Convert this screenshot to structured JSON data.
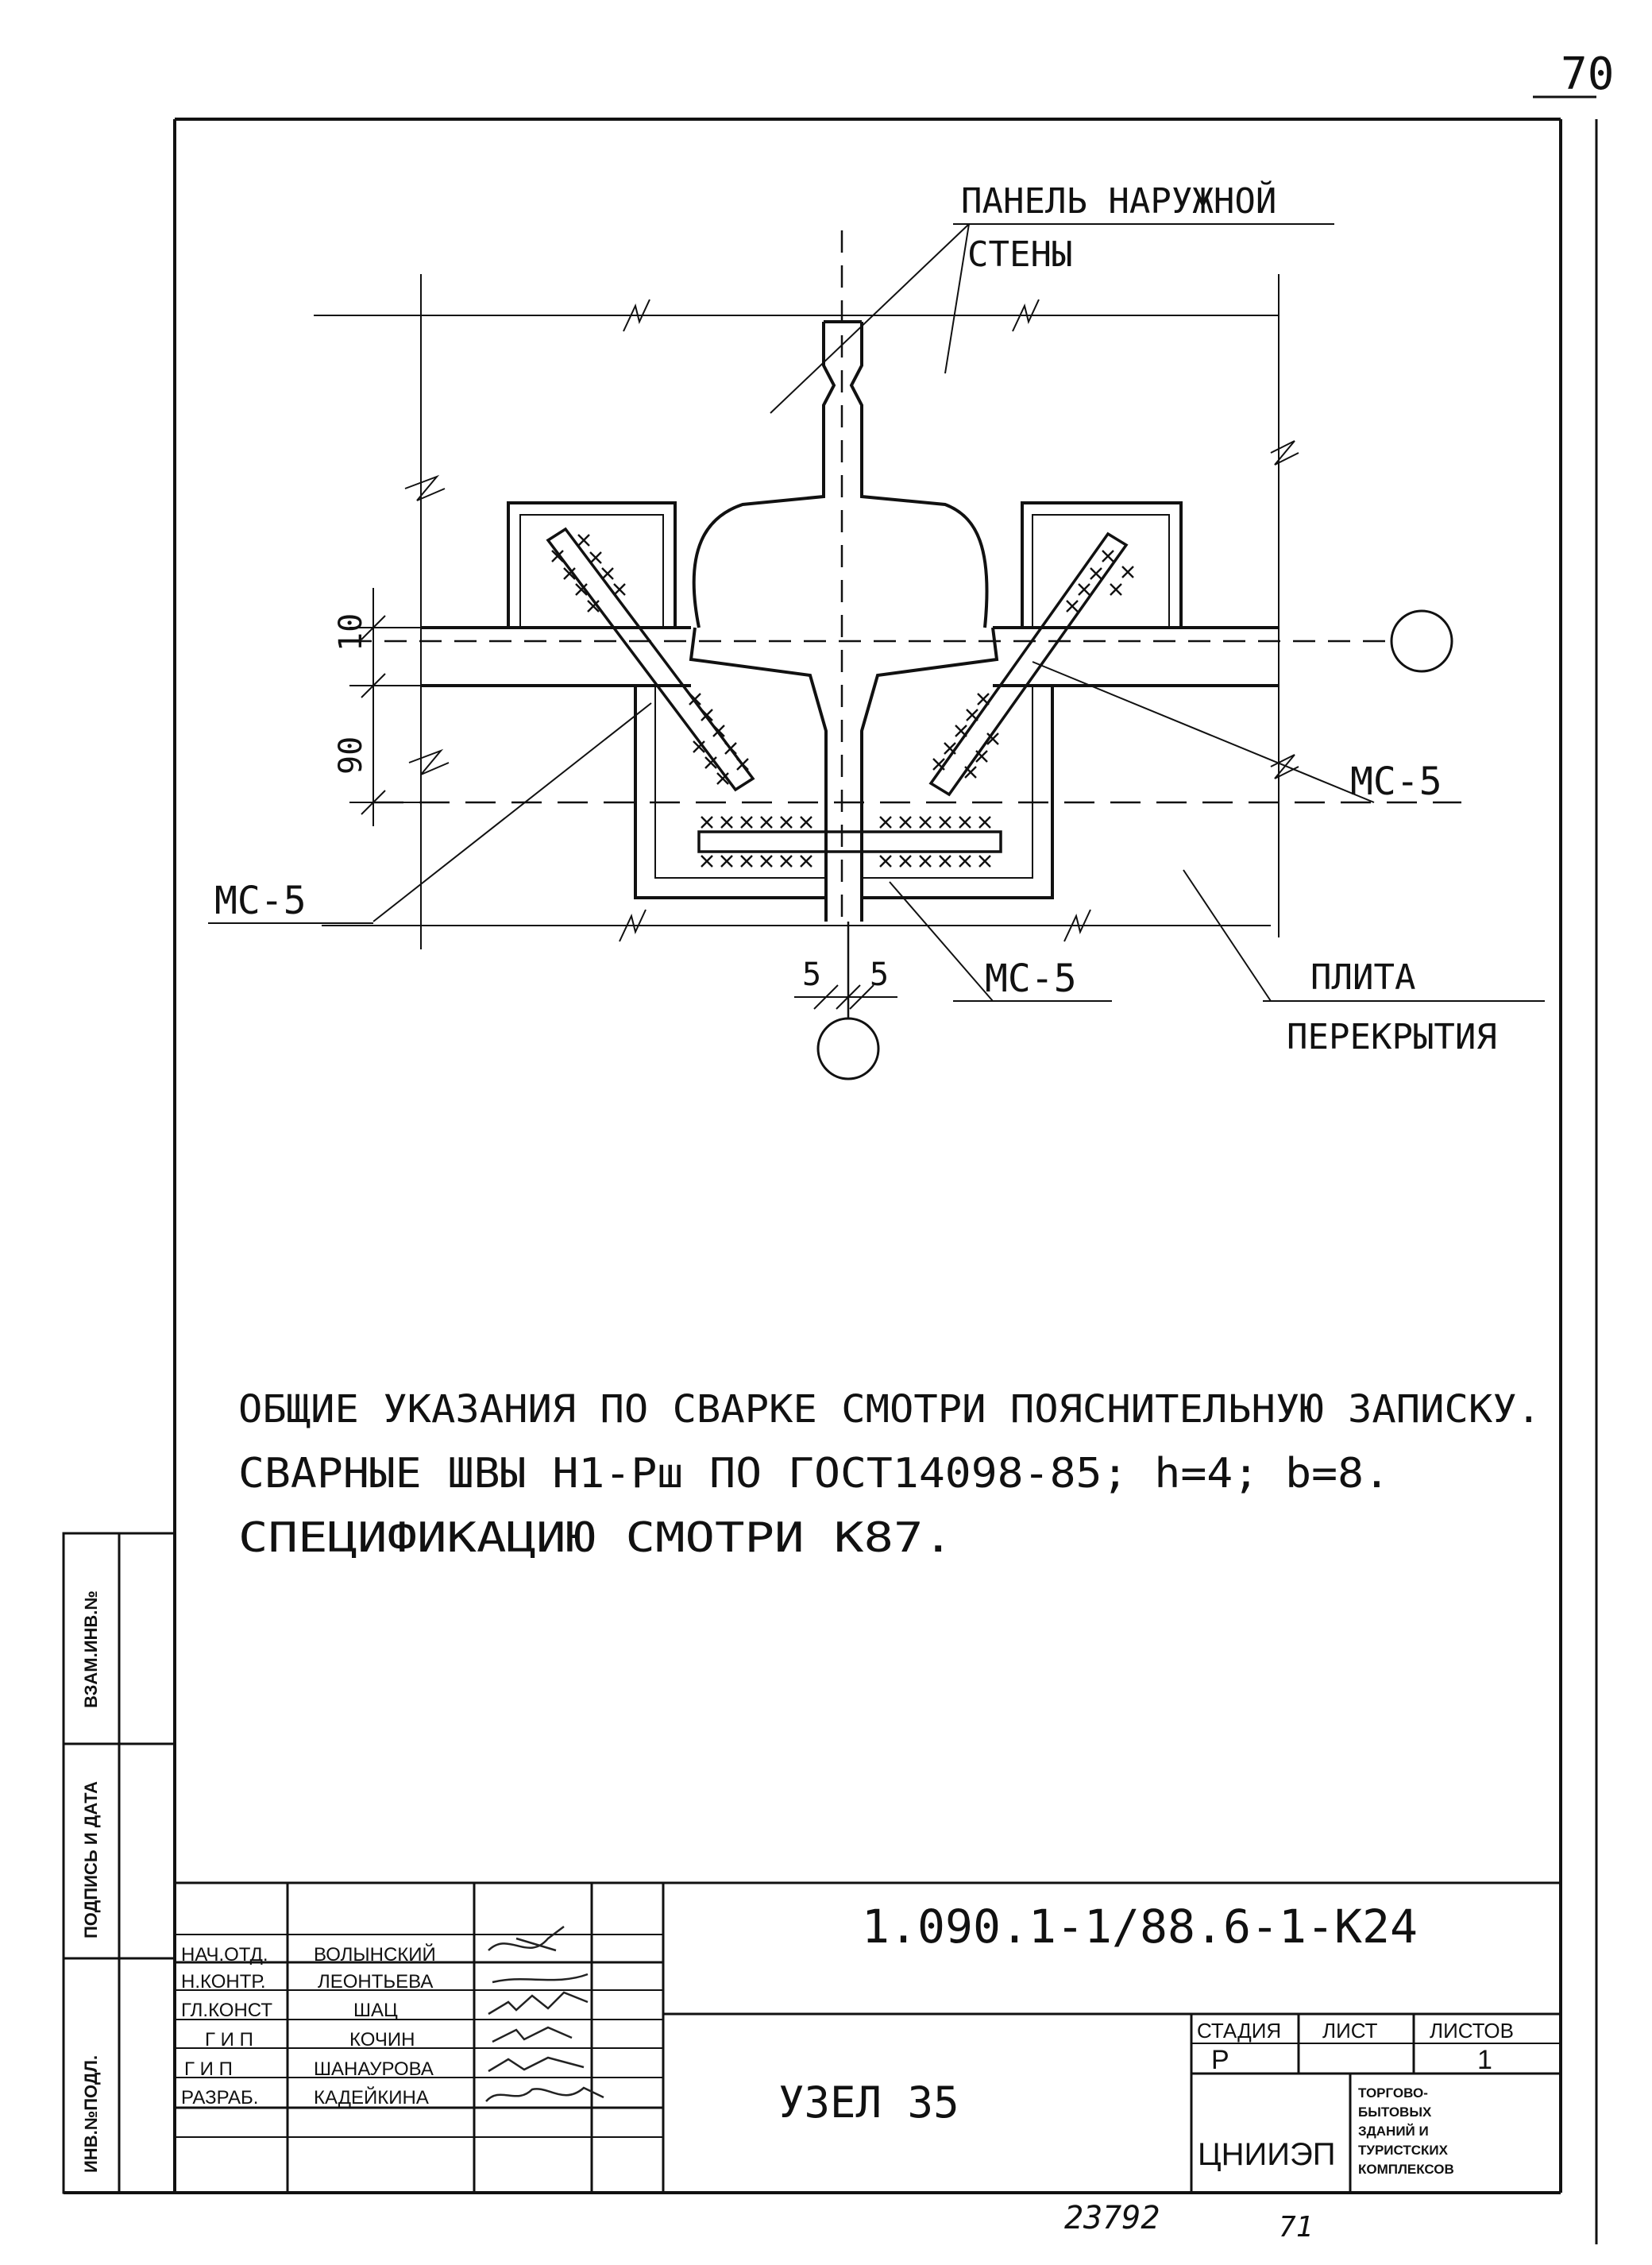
{
  "page": {
    "number": "70"
  },
  "drawing": {
    "label_panel_line1": "ПАНЕЛЬ НАРУЖНОЙ",
    "label_panel_line2": "СТЕНЫ",
    "label_slab_line1": "ПЛИТА",
    "label_slab_line2": "ПЕРЕКРЫТИЯ",
    "part_left": "МС-5",
    "part_right": "МС-5",
    "part_bottom": "МС-5",
    "dim_top": "10",
    "dim_side": "90",
    "dim_bottom_left": "5",
    "dim_bottom_right": "5"
  },
  "notes": [
    "ОБЩИЕ УКАЗАНИЯ ПО СВАРКЕ СМОТРИ ПОЯСНИТЕЛЬНУЮ ЗАПИСКУ.",
    "СВАРНЫЕ ШВЫ Н1-Рш ПО ГОСТ14098-85; h=4; b=8.",
    "СПЕЦИФИКАЦИЮ СМОТРИ К87."
  ],
  "side_stamp": {
    "vzam": "ВЗАМ.ИНВ.№",
    "podpis": "ПОДПИСЬ И ДАТА",
    "inv": "ИНВ.№ПОДЛ."
  },
  "title_block": {
    "doc_code": "1.090.1-1/88.6-1-К24",
    "title": "УЗЕЛ 35",
    "stage_header": "СТАДИЯ",
    "sheet_header": "ЛИСТ",
    "sheets_header": "ЛИСТОВ",
    "stage": "Р",
    "sheet": "",
    "sheets": "1",
    "org": "ЦНИИЭП",
    "org_desc": [
      "ТОРГОВО-",
      "БЫТОВЫХ",
      "ЗДАНИЙ И",
      "ТУРИСТСКИХ",
      "КОМПЛЕКСОВ"
    ],
    "people": [
      {
        "role": "НАЧ.ОТД.",
        "name": "ВОЛЫНСКИЙ"
      },
      {
        "role": "Н.КОНТР.",
        "name": "ЛЕОНТЬЕВА"
      },
      {
        "role": "ГЛ.КОНСТ",
        "name": "ШАЦ"
      },
      {
        "role": "Г И П",
        "name": "КОЧИН"
      },
      {
        "role": "Г И П",
        "name": "ШАНАУРОВА"
      },
      {
        "role": "РАЗРАБ.",
        "name": "КАДЕЙКИНА"
      }
    ]
  },
  "footer": {
    "left": "23792",
    "right": "71"
  }
}
